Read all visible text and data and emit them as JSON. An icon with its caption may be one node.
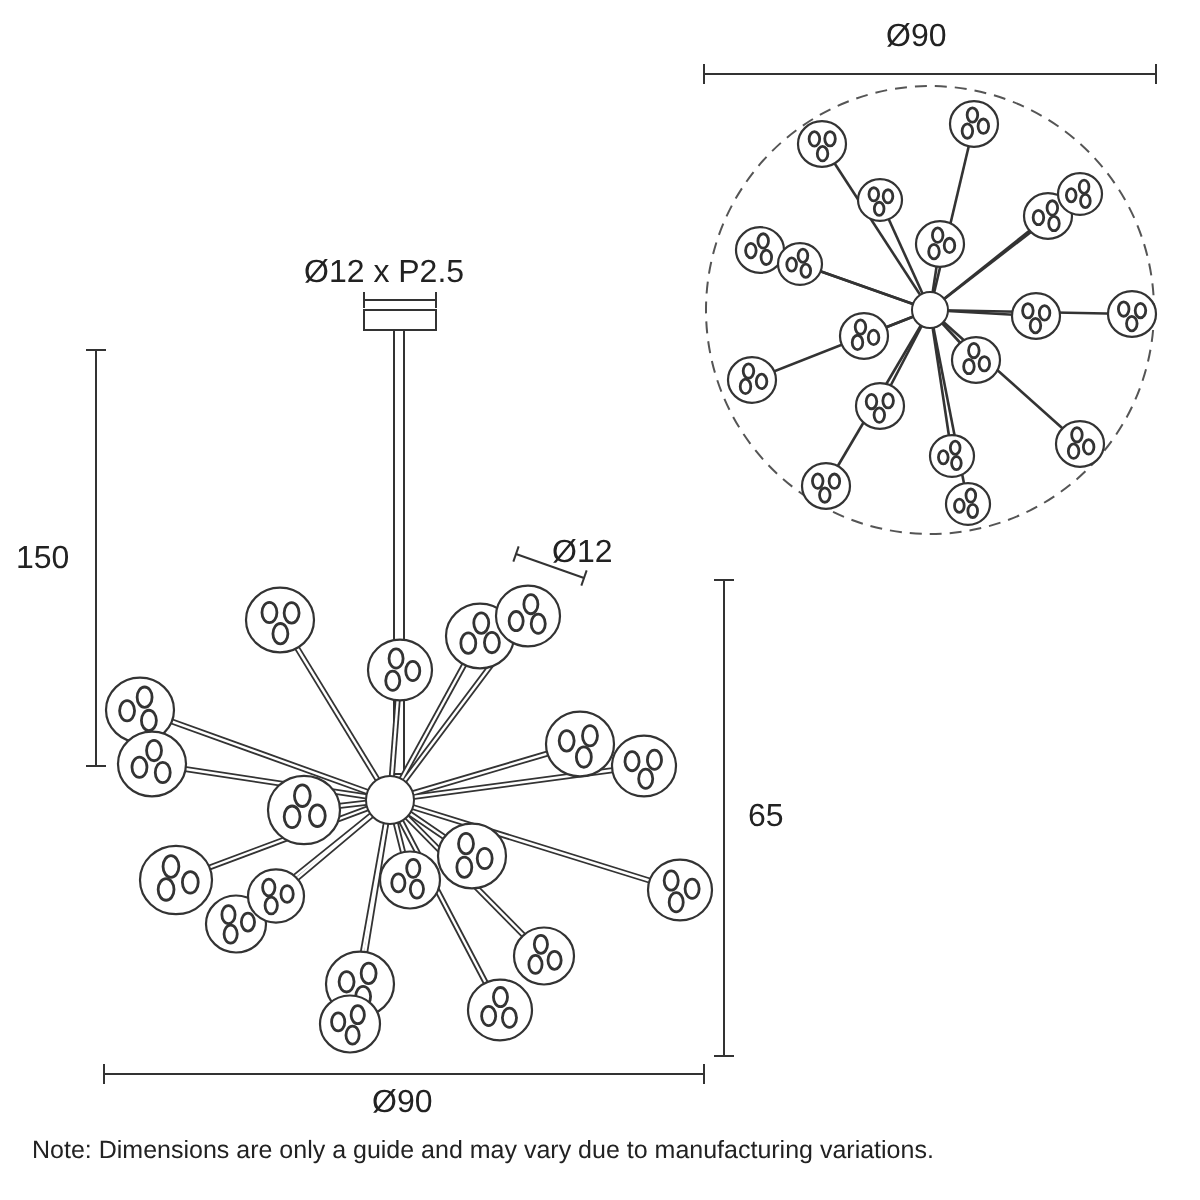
{
  "diagram": {
    "labels": [
      "Ø90",
      "Ø12 x P2.5",
      "150",
      "Ø12",
      "65",
      "Ø90",
      "Note: Dimensions are only a guide and may vary due to manufacturing variations."
    ]
  }
}
